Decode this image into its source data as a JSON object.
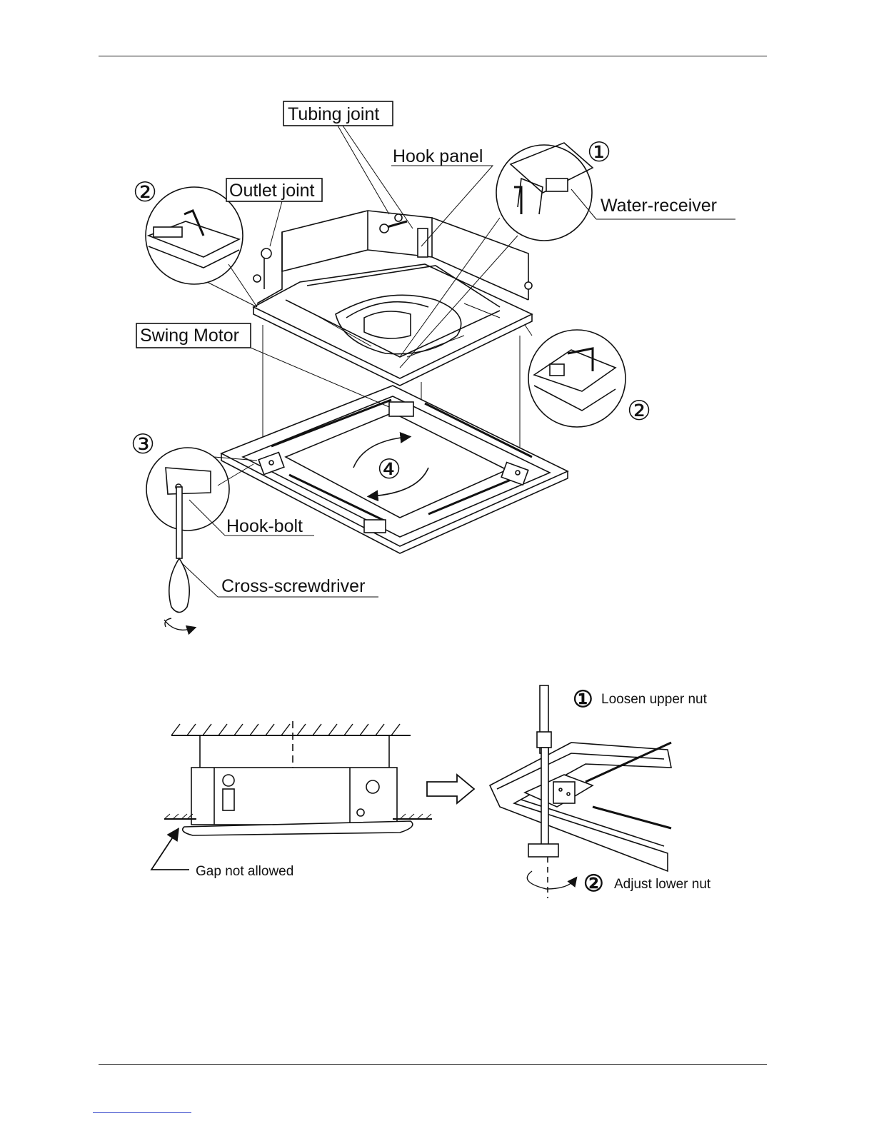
{
  "figure1": {
    "labels": {
      "tubing_joint": "Tubing joint",
      "hook_panel": "Hook panel",
      "outlet_joint": "Outlet joint",
      "water_receiver": "Water-receiver",
      "swing_motor": "Swing Motor",
      "hook_bolt": "Hook-bolt",
      "cross_screwdriver": "Cross-screwdriver"
    },
    "step_markers": {
      "step1": "①",
      "step2_left": "②",
      "step2_right": "②",
      "step3": "③",
      "step4": "④"
    }
  },
  "figure2": {
    "labels": {
      "gap_not_allowed": "Gap not allowed",
      "loosen_upper_nut": "Loosen upper nut",
      "adjust_lower_nut": "Adjust lower nut"
    },
    "step_markers": {
      "step1": "①",
      "step2": "②"
    }
  }
}
